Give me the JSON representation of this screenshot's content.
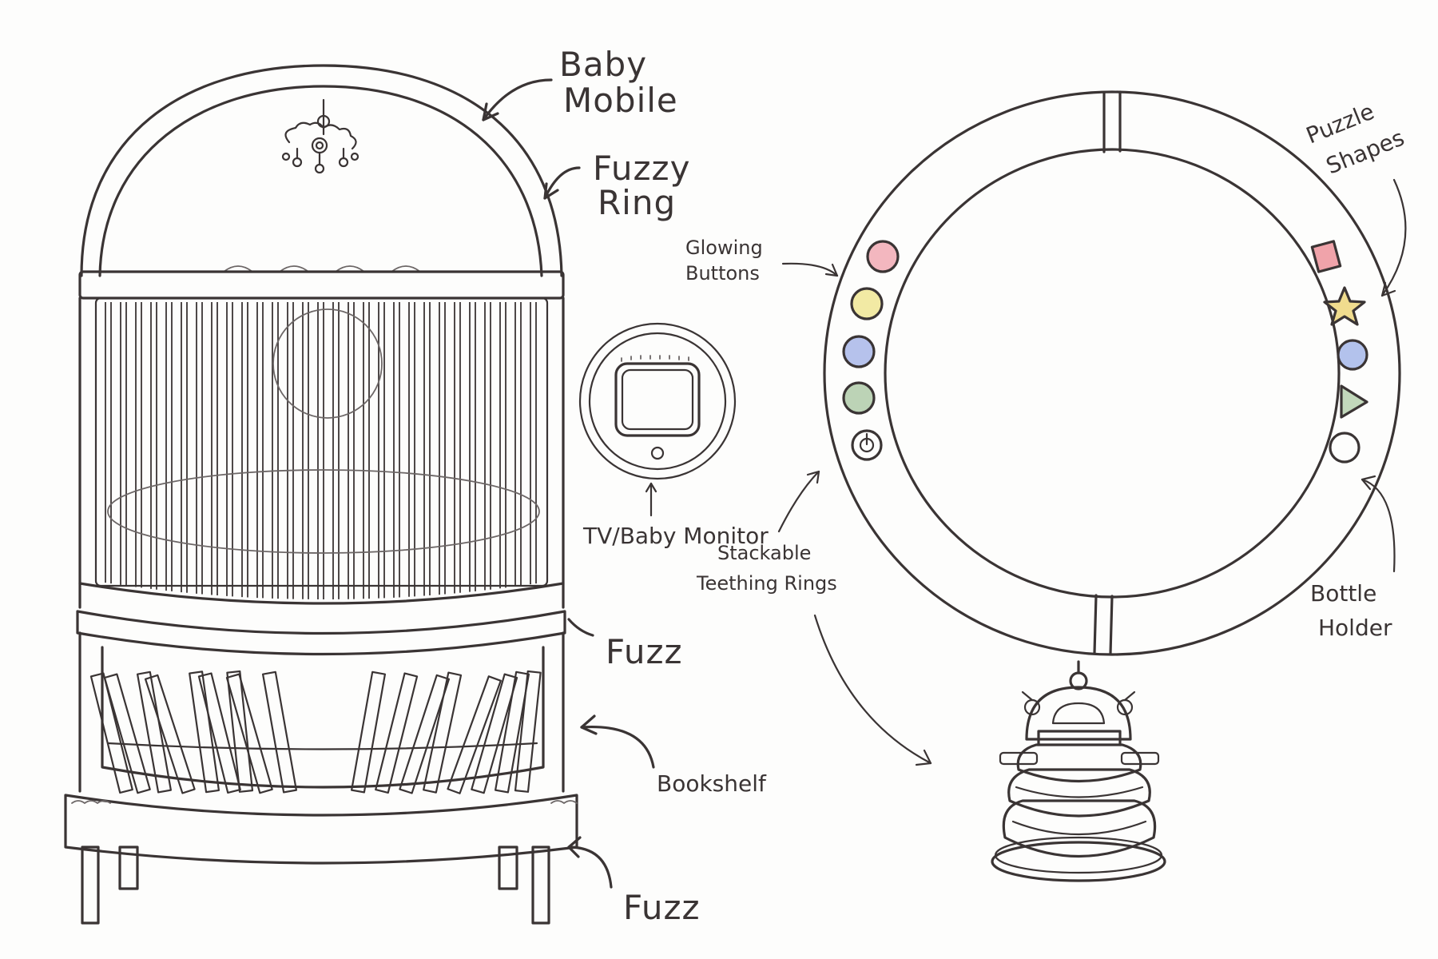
{
  "labels": {
    "baby_mobile_1": "Baby",
    "baby_mobile_2": "Mobile",
    "fuzzy_ring_1": "Fuzzy",
    "fuzzy_ring_2": "Ring",
    "fuzz_upper": "Fuzz",
    "bookshelf": "Bookshelf",
    "fuzz_lower": "Fuzz",
    "tv_monitor": "TV/Baby Monitor",
    "glowing_buttons_1": "Glowing",
    "glowing_buttons_2": "Buttons",
    "stackable_1": "Stackable",
    "stackable_2": "Teething Rings",
    "puzzle_shapes_1": "Puzzle",
    "puzzle_shapes_2": "Shapes",
    "bottle_holder_1": "Bottle",
    "bottle_holder_2": "Holder"
  },
  "colors": {
    "ink": "#3a3434",
    "button_red": "#f3b7bf",
    "button_yellow": "#f2eaa4",
    "button_blue": "#b6c2ec",
    "button_green": "#bcd3b6",
    "shape_red": "#f0a3aa",
    "shape_star": "#f0dc8e",
    "shape_blue": "#b3c2ec",
    "shape_green": "#c2d8bb"
  },
  "glowing_buttons": [
    "red",
    "yellow",
    "blue",
    "green",
    "power"
  ],
  "puzzle_shapes": [
    "square",
    "star",
    "circle",
    "triangle",
    "bottle-holder-ring"
  ]
}
